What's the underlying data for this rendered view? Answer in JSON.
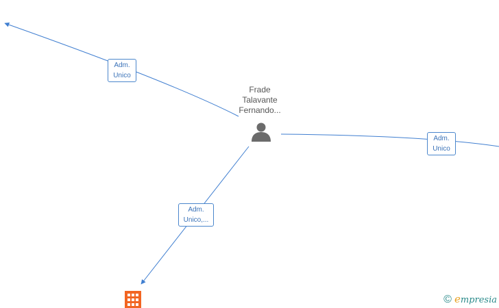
{
  "person": {
    "name_lines": [
      "Frade",
      "Talavante",
      "Fernando..."
    ],
    "icon": "person-icon"
  },
  "company_node": {
    "icon": "building-icon",
    "color": "#f26522"
  },
  "edges": [
    {
      "label_lines": [
        "Adm.",
        "Unico"
      ]
    },
    {
      "label_lines": [
        "Adm.",
        "Unico"
      ]
    },
    {
      "label_lines": [
        "Adm.",
        "Unico,..."
      ]
    }
  ],
  "colors": {
    "edge": "#3f7ed0",
    "label_border": "#4a86cc",
    "person_icon": "#6b6b6b"
  },
  "watermark": {
    "symbol": "©",
    "brand_first": "e",
    "brand_rest": "mpresia"
  }
}
